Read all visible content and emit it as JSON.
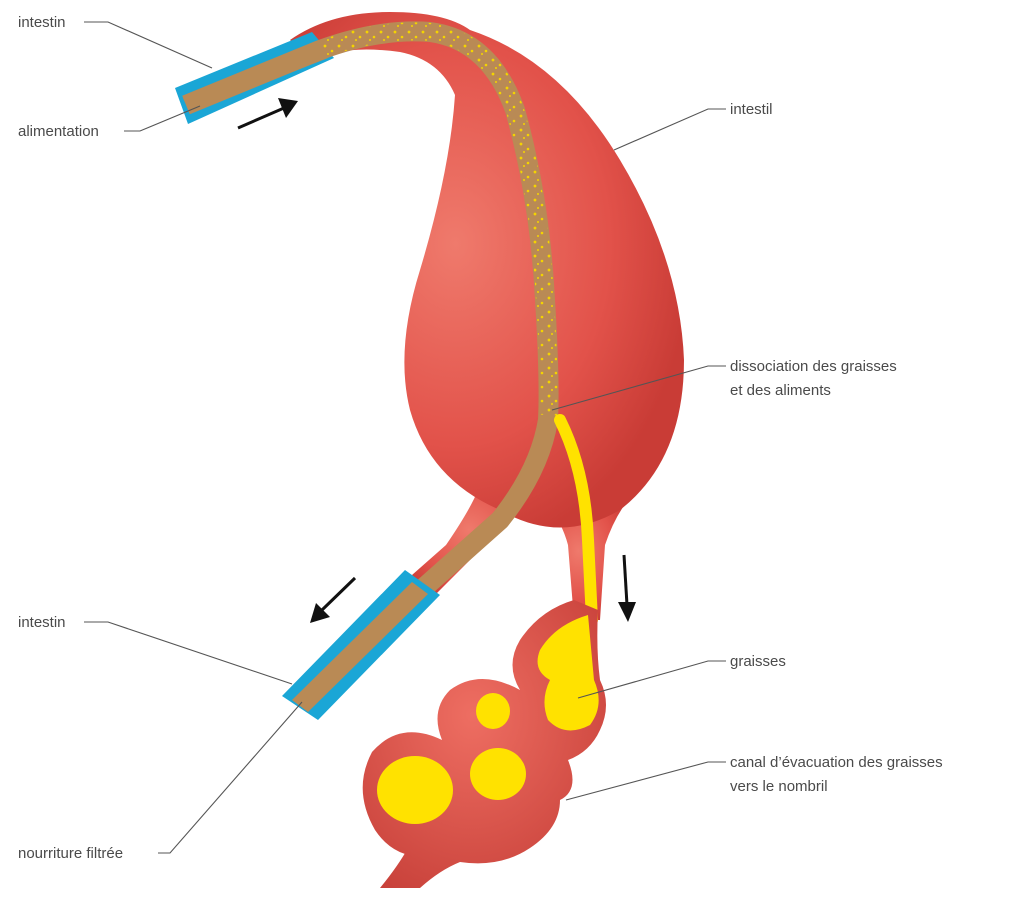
{
  "labels": {
    "intestin_top": "intestin",
    "alimentation": "alimentation",
    "intestil": "intestil",
    "dissociation_line1": "dissociation des graisses",
    "dissociation_line2": "et des aliments",
    "intestin_bottom": "intestin",
    "graisses": "graisses",
    "canal_line1": "canal d’évacuation des graisses",
    "canal_line2": "vers le nombril",
    "nourriture": "nourriture filtrée"
  },
  "colors": {
    "organ": "#e2524a",
    "organ_dark": "#c93c36",
    "organ_light": "#ef7a6c",
    "food_tube": "#b98a55",
    "food_dots": "#f4d400",
    "intestine_tube": "#1aa6d6",
    "fat": "#ffe200",
    "arrow": "#111111",
    "label_text": "#4a4a4a",
    "leader_line": "#555555"
  }
}
